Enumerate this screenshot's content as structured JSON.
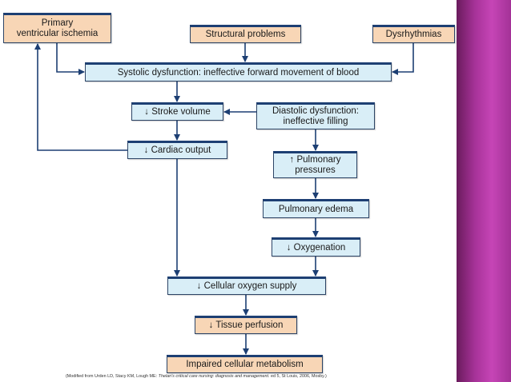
{
  "colors": {
    "cause_fill": "#f8d6b6",
    "process_fill": "#d9eef7",
    "arrow": "#1d3f73",
    "side_band": "#b53aa6"
  },
  "nodes": {
    "ischemia": {
      "line1": "Primary",
      "line2": "ventricular ischemia"
    },
    "structural": {
      "label": "Structural problems"
    },
    "dysrhythmias": {
      "label": "Dysrhythmias"
    },
    "systolic": {
      "label": "Systolic dysfunction: ineffective forward movement of blood"
    },
    "stroke_volume": {
      "label": "↓ Stroke volume"
    },
    "diastolic": {
      "line1": "Diastolic dysfunction:",
      "line2": "ineffective filling"
    },
    "cardiac_output": {
      "label": "↓ Cardiac output"
    },
    "pulmonary_pressures": {
      "line1": "↑ Pulmonary",
      "line2": "pressures"
    },
    "pulmonary_edema": {
      "label": "Pulmonary edema"
    },
    "oxygenation": {
      "label": "↓ Oxygenation"
    },
    "cellular_supply": {
      "label": "↓ Cellular oxygen supply"
    },
    "tissue_perfusion": {
      "label": "↓ Tissue perfusion"
    },
    "metabolism": {
      "label": "Impaired cellular metabolism"
    }
  },
  "edges": [
    {
      "from": "ischemia",
      "to": "systolic"
    },
    {
      "from": "structural",
      "to": "systolic"
    },
    {
      "from": "dysrhythmias",
      "to": "systolic"
    },
    {
      "from": "systolic",
      "to": "stroke_volume"
    },
    {
      "from": "diastolic",
      "to": "stroke_volume"
    },
    {
      "from": "stroke_volume",
      "to": "cardiac_output"
    },
    {
      "from": "cardiac_output",
      "to": "ischemia"
    },
    {
      "from": "cardiac_output",
      "to": "cellular_supply"
    },
    {
      "from": "diastolic",
      "to": "pulmonary_pressures"
    },
    {
      "from": "pulmonary_pressures",
      "to": "pulmonary_edema"
    },
    {
      "from": "pulmonary_edema",
      "to": "oxygenation"
    },
    {
      "from": "oxygenation",
      "to": "cellular_supply"
    },
    {
      "from": "cellular_supply",
      "to": "tissue_perfusion"
    },
    {
      "from": "tissue_perfusion",
      "to": "metabolism"
    }
  ],
  "citation": {
    "part1": "(Modified from Urden LD, Stacy KM, Lough ME: ",
    "part2": "Thelan's critical care nursing: diagnosis and management.",
    "part3": " ed 5, St Louis, 2006, Mosby.)"
  }
}
